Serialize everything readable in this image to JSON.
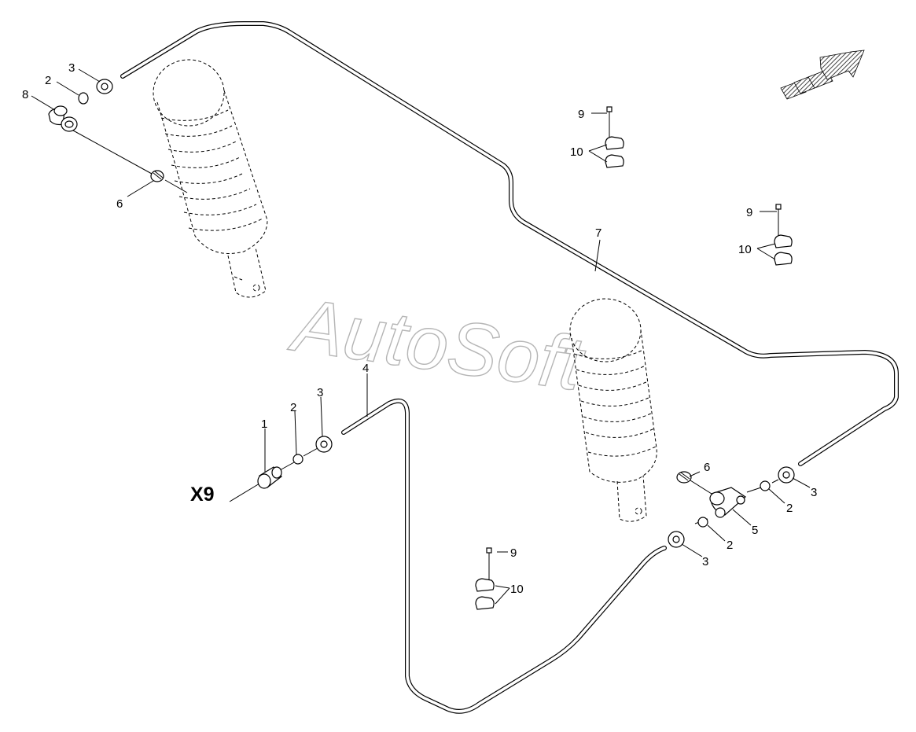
{
  "labels": {
    "n1": "1",
    "n2": "2",
    "n3": "3",
    "n4": "4",
    "n5": "5",
    "n6": "6",
    "n7": "7",
    "n8": "8",
    "n9": "9",
    "n10": "10",
    "connector": "X9"
  },
  "watermark": "AutoSoft",
  "icons": {
    "direction": "direction-arrow-icon"
  },
  "colors": {
    "line": "#000000",
    "watermark": "#b5b5b5",
    "arrow_fill": "#888888",
    "background": "#ffffff"
  }
}
